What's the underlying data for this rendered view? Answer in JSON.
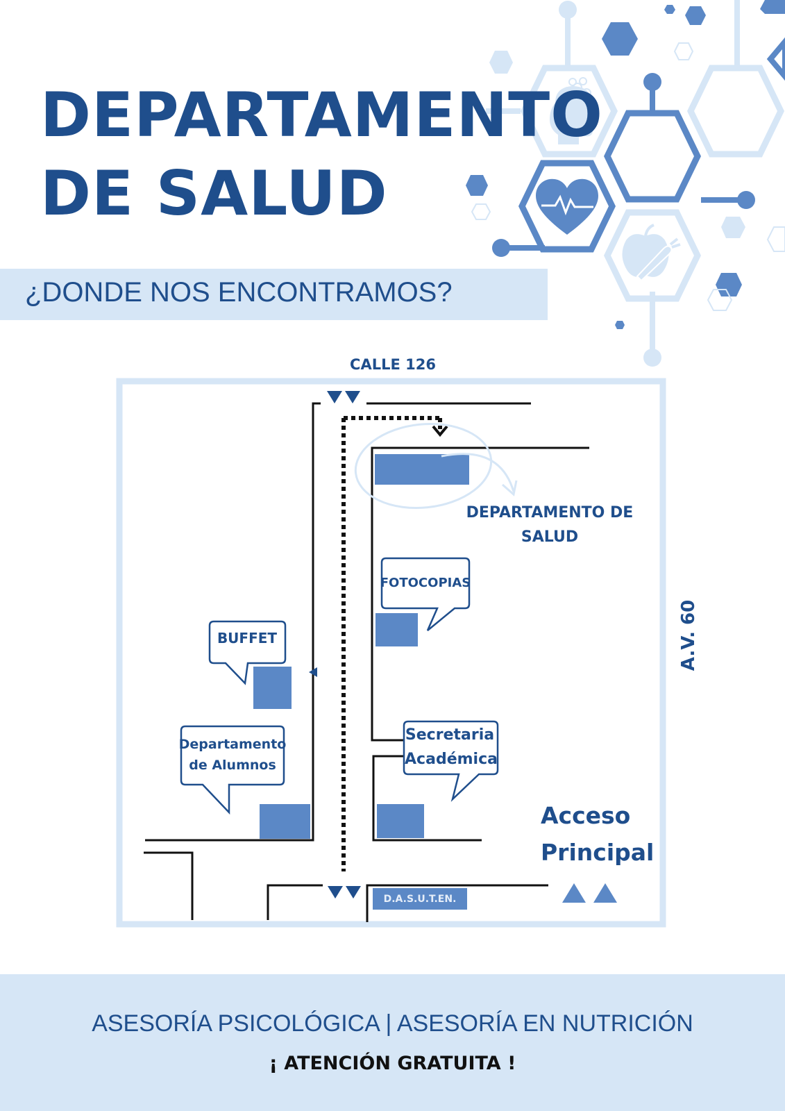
{
  "header": {
    "title_line1": "DEPARTAMENTO",
    "title_line2": "DE SALUD",
    "subtitle": "¿DONDE NOS ENCONTRAMOS?"
  },
  "map": {
    "street_top": "CALLE 126",
    "street_side": "A.V. 60",
    "destination_line1": "DEPARTAMENTO DE",
    "destination_line2": "SALUD",
    "photocopies": "FOTOCOPIAS",
    "buffet": "BUFFET",
    "students_line1": "Departamento",
    "students_line2": "de Alumnos",
    "secretary_line1": "Secretaria",
    "secretary_line2": "Académica",
    "access_line1": "Acceso",
    "access_line2": "Principal",
    "dasuten": "D.A.S.U.T.EN."
  },
  "footer": {
    "services": "ASESORÍA PSICOLÓGICA | ASESORÍA EN NUTRICIÓN",
    "free": "¡ ATENCIÓN GRATUITA !"
  },
  "colors": {
    "dark_blue": "#1f4e8c",
    "mid_blue": "#5b88c6",
    "light_blue": "#d6e6f6",
    "black": "#111111"
  },
  "icons": [
    "head-brain-icon",
    "heart-pulse-icon",
    "apple-carrot-icon"
  ]
}
